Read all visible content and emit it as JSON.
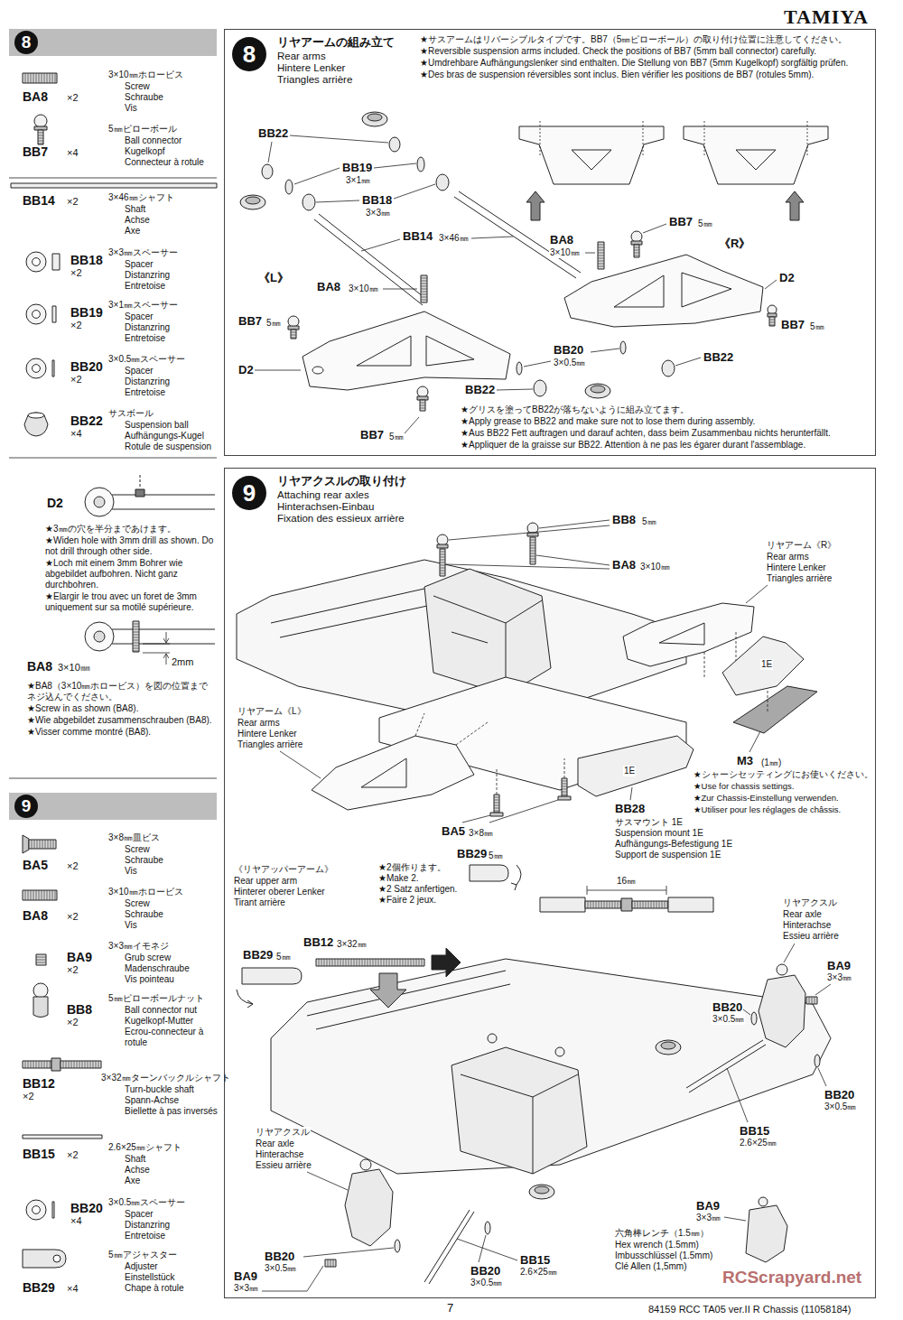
{
  "diagram": {
    "nodes": [
      {
        "text": [
          "8"
        ]
      },
      {
        "text": [
          "リヤアームの組み立て",
          "Rear arms",
          "Hintere Lenker",
          "Triangles arrière"
        ]
      },
      {
        "text": [
          "8"
        ],
        "in": 1
      },
      {
        "text": [
          "9"
        ]
      },
      {
        "text": [
          "リヤアクスルの取り付け",
          "Attaching rear axles",
          "Hinterachsen-Einbau",
          "Fixation des essieux arrière"
        ]
      },
      {
        "text": [
          "9"
        ],
        "in": 4
      }
    ],
    "labels": [
      "TAMIYA",
      "7",
      "84159 RCC TA05 ver.II R Chassis (11058184)",
      "RCScrapyard.net",
      "BA8",
      "×2",
      "3×10㎜ホロービス",
      "Screw",
      "Schraube",
      "Vis",
      "BB7",
      "×4",
      "5㎜ピローボール",
      "Ball connector",
      "Kugelkopf",
      "Connecteur à rotule",
      "BB14",
      "×2",
      "3×46㎜シャフト",
      "Shaft",
      "Achse",
      "Axe",
      "BB18",
      "×2",
      "3×3㎜スペーサー",
      "Spacer",
      "Distanzring",
      "Entretoise",
      "BB19",
      "×2",
      "3×1㎜スペーサー",
      "Spacer",
      "Distanzring",
      "Entretoise",
      "BB20",
      "×2",
      "3×0.5㎜スペーサー",
      "Spacer",
      "Distanzring",
      "Entretoise",
      "BB22",
      "×4",
      "サスボール",
      "Suspension ball",
      "Aufhängungs-Kugel",
      "Rotule de suspension",
      "D2",
      "★3㎜の穴を半分まであけます。",
      "★Widen hole with 3mm drill as shown. Do not drill through other side.",
      "★Loch mit einem 3mm Bohrer wie abgebildet aufbohren. Nicht ganz durchbohren.",
      "★Elargir le trou avec un foret de 3mm uniquement sur sa motilé supérieure.",
      "BA8",
      "3×10㎜",
      "2mm",
      "★BA8（3×10㎜ホロービス）を図の位置までネジ込んでください。",
      "★Screw in as shown (BA8).",
      "★Wie abgebildet zusammenschrauben (BA8).",
      "★Visser comme montré (BA8).",
      "BA5",
      "×2",
      "3×8㎜皿ビス",
      "Screw",
      "Schraube",
      "Vis",
      "BA8",
      "×2",
      "3×10㎜ホロービス",
      "Screw",
      "Schraube",
      "Vis",
      "BA9",
      "×2",
      "3×3㎜イモネジ",
      "Grub screw",
      "Madenschraube",
      "Vis pointeau",
      "BB8",
      "×2",
      "5㎜ピローボールナット",
      "Ball connector nut",
      "Kugelkopf-Mutter",
      "Ecrou-connecteur à rotule",
      "BB12",
      "×2",
      "3×32㎜ターンバックルシャフト",
      "Turn-buckle shaft",
      "Spann-Achse",
      "Biellette à pas inversés",
      "BB15",
      "×2",
      "2.6×25㎜シャフト",
      "Shaft",
      "Achse",
      "Axe",
      "BB20",
      "×4",
      "3×0.5㎜スペーサー",
      "Spacer",
      "Distanzring",
      "Entretoise",
      "BB29",
      "×4",
      "5㎜アジャスター",
      "Adjuster",
      "Einstellstück",
      "Chape à rotule",
      "★サスアームはリバーシブルタイプです。BB7（5㎜ピローボール）の取り付け位置に注意してください。",
      "★Reversible suspension arms included. Check the positions of BB7 (5mm ball connector) carefully.",
      "★Umdrehbare Aufhängungslenker sind enthalten. Die Stellung von BB7 (5mm Kugelkopf) sorgfältig prüfen.",
      "★Des bras de suspension réversibles sont inclus. Bien vérifier les positions de BB7 (rotules 5mm).",
      "BB22",
      "BB19",
      "3×1㎜",
      "BB18",
      "3×3㎜",
      "BB14",
      "3×46㎜",
      "《L》",
      "BA8",
      "3×10㎜",
      "BB7",
      "5㎜",
      "D2",
      "BB7",
      "5㎜",
      "BB20",
      "3×0.5㎜",
      "BB22",
      "BB22",
      "BA8",
      "3×10㎜",
      "BB7",
      "5㎜",
      "《R》",
      "D2",
      "BB7",
      "5㎜",
      "★グリスを塗ってBB22が落ちないように組み立てます。",
      "★Apply grease to BB22 and make sure not to lose them during assembly.",
      "★Aus BB22 Fett auftragen und darauf achten, dass beim Zusammenbau nichts herunterfällt.",
      "★Appliquer de la graisse sur BB22. Attention à ne pas les égarer durant l'assemblage.",
      "BB8",
      "5㎜",
      "BA8",
      "3×10㎜",
      "リヤアーム《R》",
      "Rear arms",
      "Hintere Lenker",
      "Triangles arrière",
      "リヤアーム《L》",
      "Rear arms",
      "Hintere Lenker",
      "Triangles arrière",
      "1E",
      "1E",
      "M3",
      "(1㎜)",
      "★シャーシセッティングにお使いください。",
      "★Use for chassis settings.",
      "★Zur Chassis-Einstellung verwenden.",
      "★Utiliser pour les réglages de châssis.",
      "BB28",
      "サスマウント 1E",
      "Suspension mount 1E",
      "Aufhängungs-Befestigung 1E",
      "Support de suspension 1E",
      "BA5",
      "3×8㎜",
      "《リヤアッパーアーム》",
      "Rear upper arm",
      "Hinterer oberer Lenker",
      "Tirant arrière",
      "★2個作ります。",
      "★Make 2.",
      "★2 Satz anfertigen.",
      "★Faire 2 jeux.",
      "BB29",
      "5㎜",
      "BB12",
      "3×32㎜",
      "BB29",
      "5㎜",
      "16㎜",
      "リヤアクスル",
      "Rear axle",
      "Hinterachse",
      "Essieu arrière",
      "BA9",
      "3×3㎜",
      "BB20",
      "3×0.5㎜",
      "BB20",
      "3×0.5㎜",
      "BB15",
      "2.6×25㎜",
      "リヤアクスル",
      "Rear axle",
      "Hinterachse",
      "Essieu arrière",
      "BB20",
      "3×0.5㎜",
      "BA9",
      "3×3㎜",
      "BB20",
      "3×0.5㎜",
      "BB15",
      "2.6×25㎜",
      "BA9",
      "3×3㎜",
      "六角棒レンチ（1.5㎜）",
      "Hex wrench (1.5mm)",
      "Imbusschlüssel (1.5mm)",
      "Clé Allen (1,5mm)"
    ]
  }
}
